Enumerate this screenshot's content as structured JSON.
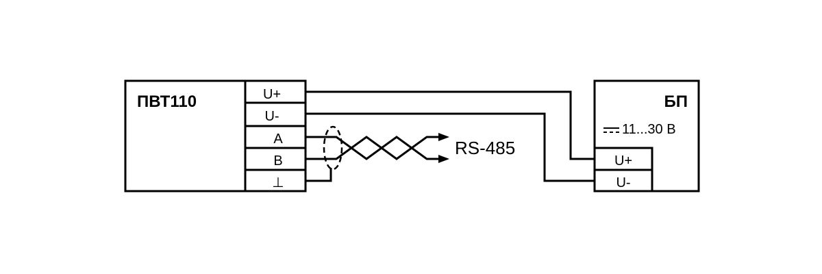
{
  "device": {
    "name": "ПВТ110",
    "terminals": [
      "U+",
      "U-",
      "A",
      "B",
      "⊥"
    ]
  },
  "power_supply": {
    "name": "БП",
    "voltage": "11...30 В",
    "dc_symbol": "⎓",
    "terminals": [
      "U+",
      "U-"
    ]
  },
  "interface": {
    "label": "RS-485"
  }
}
